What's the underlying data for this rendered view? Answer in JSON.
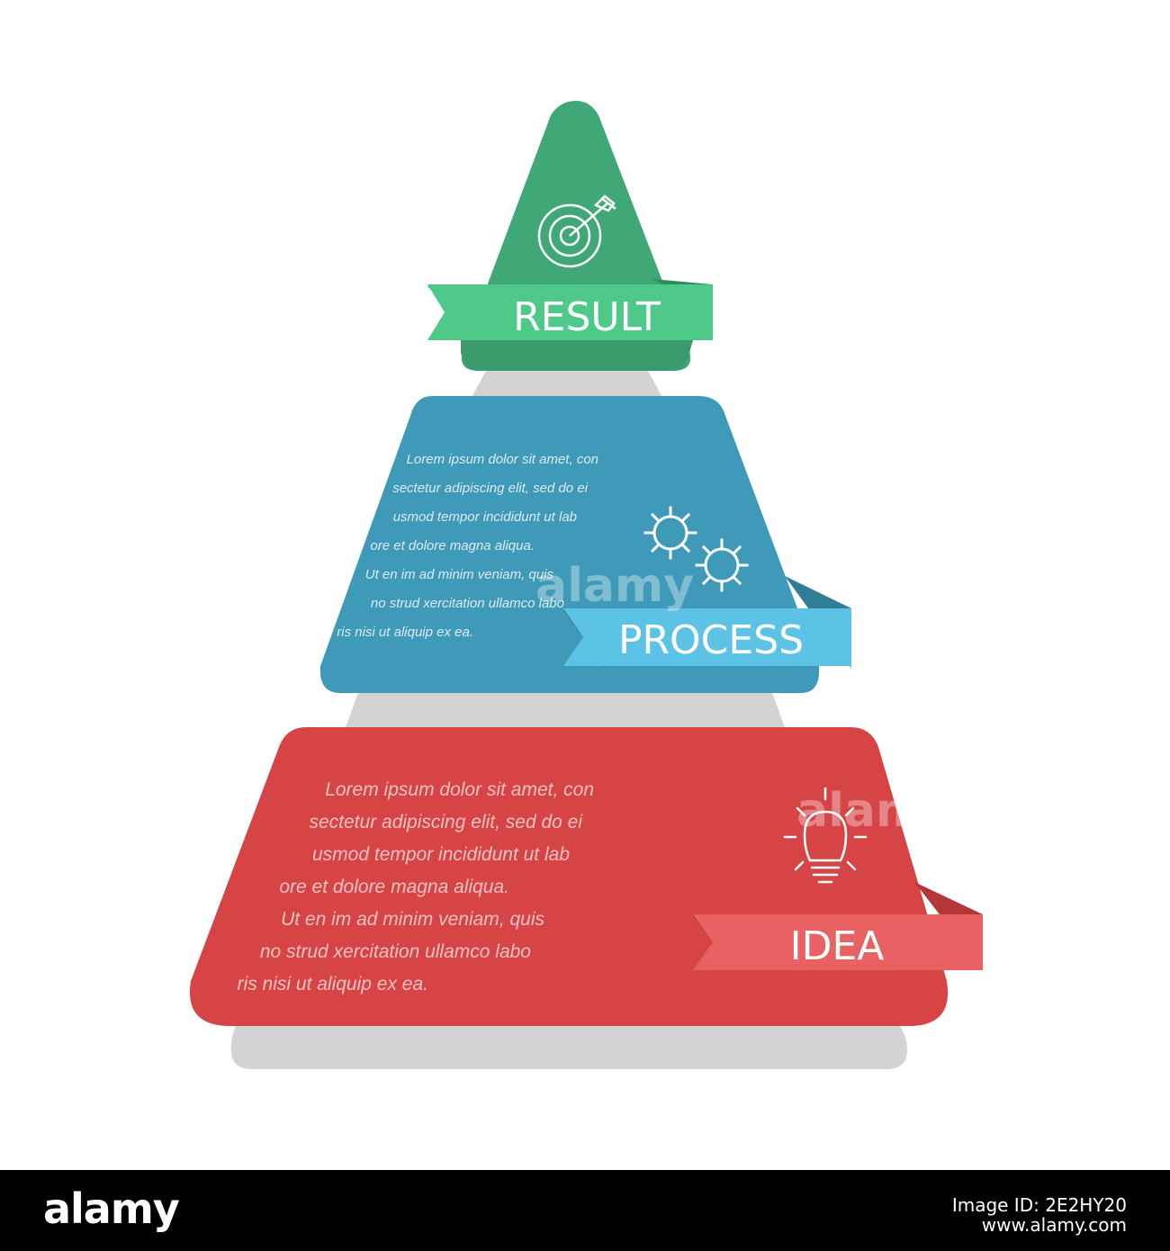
{
  "tiers": {
    "result": {
      "label": "RESULT",
      "icon": "target-icon",
      "color": "#3fa876",
      "ribbon_color": "#4ec98a",
      "lines": []
    },
    "process": {
      "label": "PROCESS",
      "icon": "gears-icon",
      "color": "#3e9ab8",
      "ribbon_color": "#5cc3e6",
      "lines": [
        "Lorem ipsum dolor sit amet,  con",
        "sectetur adipiscing elit, sed do ei",
        "usmod tempor  incididunt  ut lab",
        "ore et dolore magna aliqua.",
        "Ut  en im  ad minim  veniam, quis",
        "no strud xercitation ullamco labo",
        "ris nisi ut aliquip ex ea."
      ]
    },
    "idea": {
      "label": "IDEA",
      "icon": "lightbulb-icon",
      "color": "#d64446",
      "ribbon_color": "#e86264",
      "lines": [
        "Lorem ipsum dolor sit amet,  con",
        "sectetur adipiscing elit, sed do ei",
        "usmod tempor  incididunt  ut lab",
        "ore et dolore magna aliqua.",
        "Ut  en im  ad minim  veniam, quis",
        "no strud xercitation ullamco labo",
        "ris nisi ut aliquip ex ea."
      ]
    }
  },
  "shadow_color": "#d0d0d0",
  "watermark": {
    "logo": "alamy",
    "line1": "Image ID: 2E2HY20",
    "line2": "www.alamy.com"
  }
}
